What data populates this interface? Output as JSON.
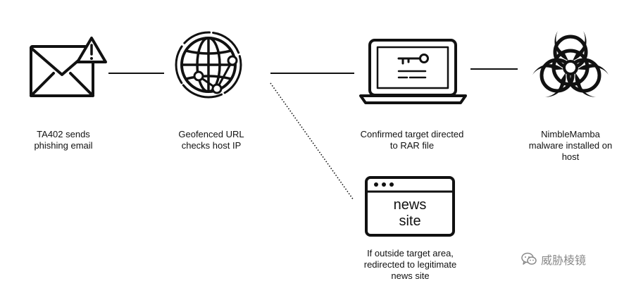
{
  "steps": {
    "phishing": {
      "lines": [
        "TA402 sends",
        "phishing email"
      ]
    },
    "geofence": {
      "lines": [
        "Geofenced URL",
        "checks host IP"
      ]
    },
    "confirmed": {
      "lines": [
        "Confirmed target directed",
        "to RAR file"
      ]
    },
    "malware": {
      "lines": [
        "NimbleMamba",
        "malware installed on",
        "host"
      ]
    },
    "outside": {
      "lines": [
        "If outside target area,",
        "redirected to legitimate",
        "news site"
      ]
    }
  },
  "news_window": {
    "text_line1": "news",
    "text_line2": "site"
  },
  "watermark": {
    "text": "威胁棱镜"
  },
  "colors": {
    "stroke": "#111111",
    "watermark": "#8a8a8a"
  }
}
